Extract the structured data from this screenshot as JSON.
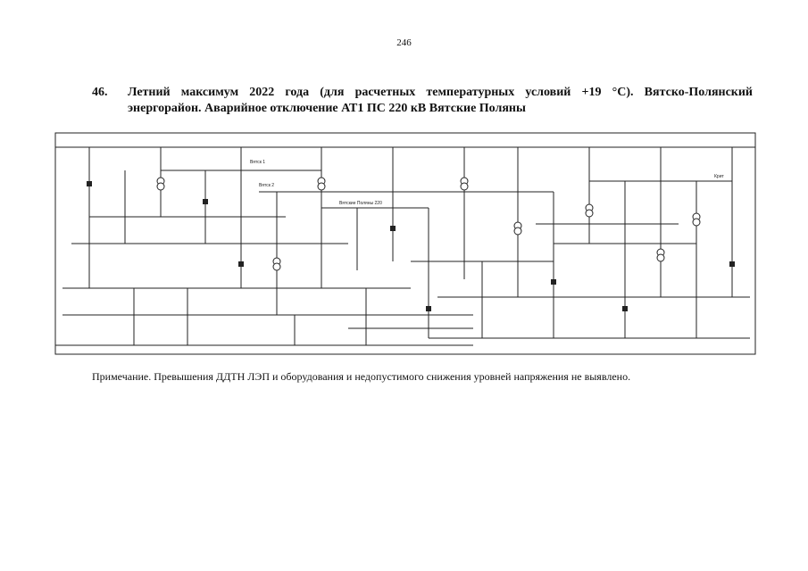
{
  "page": {
    "number": "246"
  },
  "heading": {
    "number": "46.",
    "line1": "Летний максимум 2022 года (для расчетных температурных условий +19 °С). Вятско-Полянский",
    "line2": "энергорайон. Аварийное отключение АТ1 ПС 220 кВ Вятские Поляны"
  },
  "scheme": {
    "labels": [
      "Вятск 1",
      "Вятск 2",
      "Вятские Поляны 220",
      "Крит"
    ]
  },
  "note": {
    "text": "Примечание. Превышения ДДТН ЛЭП и оборудования и недопустимого снижения уровней напряжения не выявлено."
  }
}
